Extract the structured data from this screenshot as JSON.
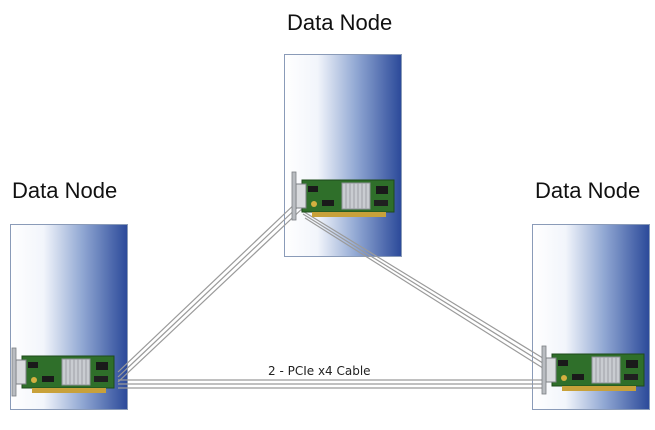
{
  "nodes": [
    {
      "label": "Data Node"
    },
    {
      "label": "Data Node"
    },
    {
      "label": "Data Node"
    }
  ],
  "cable_label": "2  - PCIe x4 Cable",
  "colors": {
    "server_dark": "#2c4a9a",
    "server_light": "#ffffff",
    "card_pcb": "#2f6f2a",
    "heatsink": "#c9ccd1",
    "cable": "#9a9a9a"
  }
}
